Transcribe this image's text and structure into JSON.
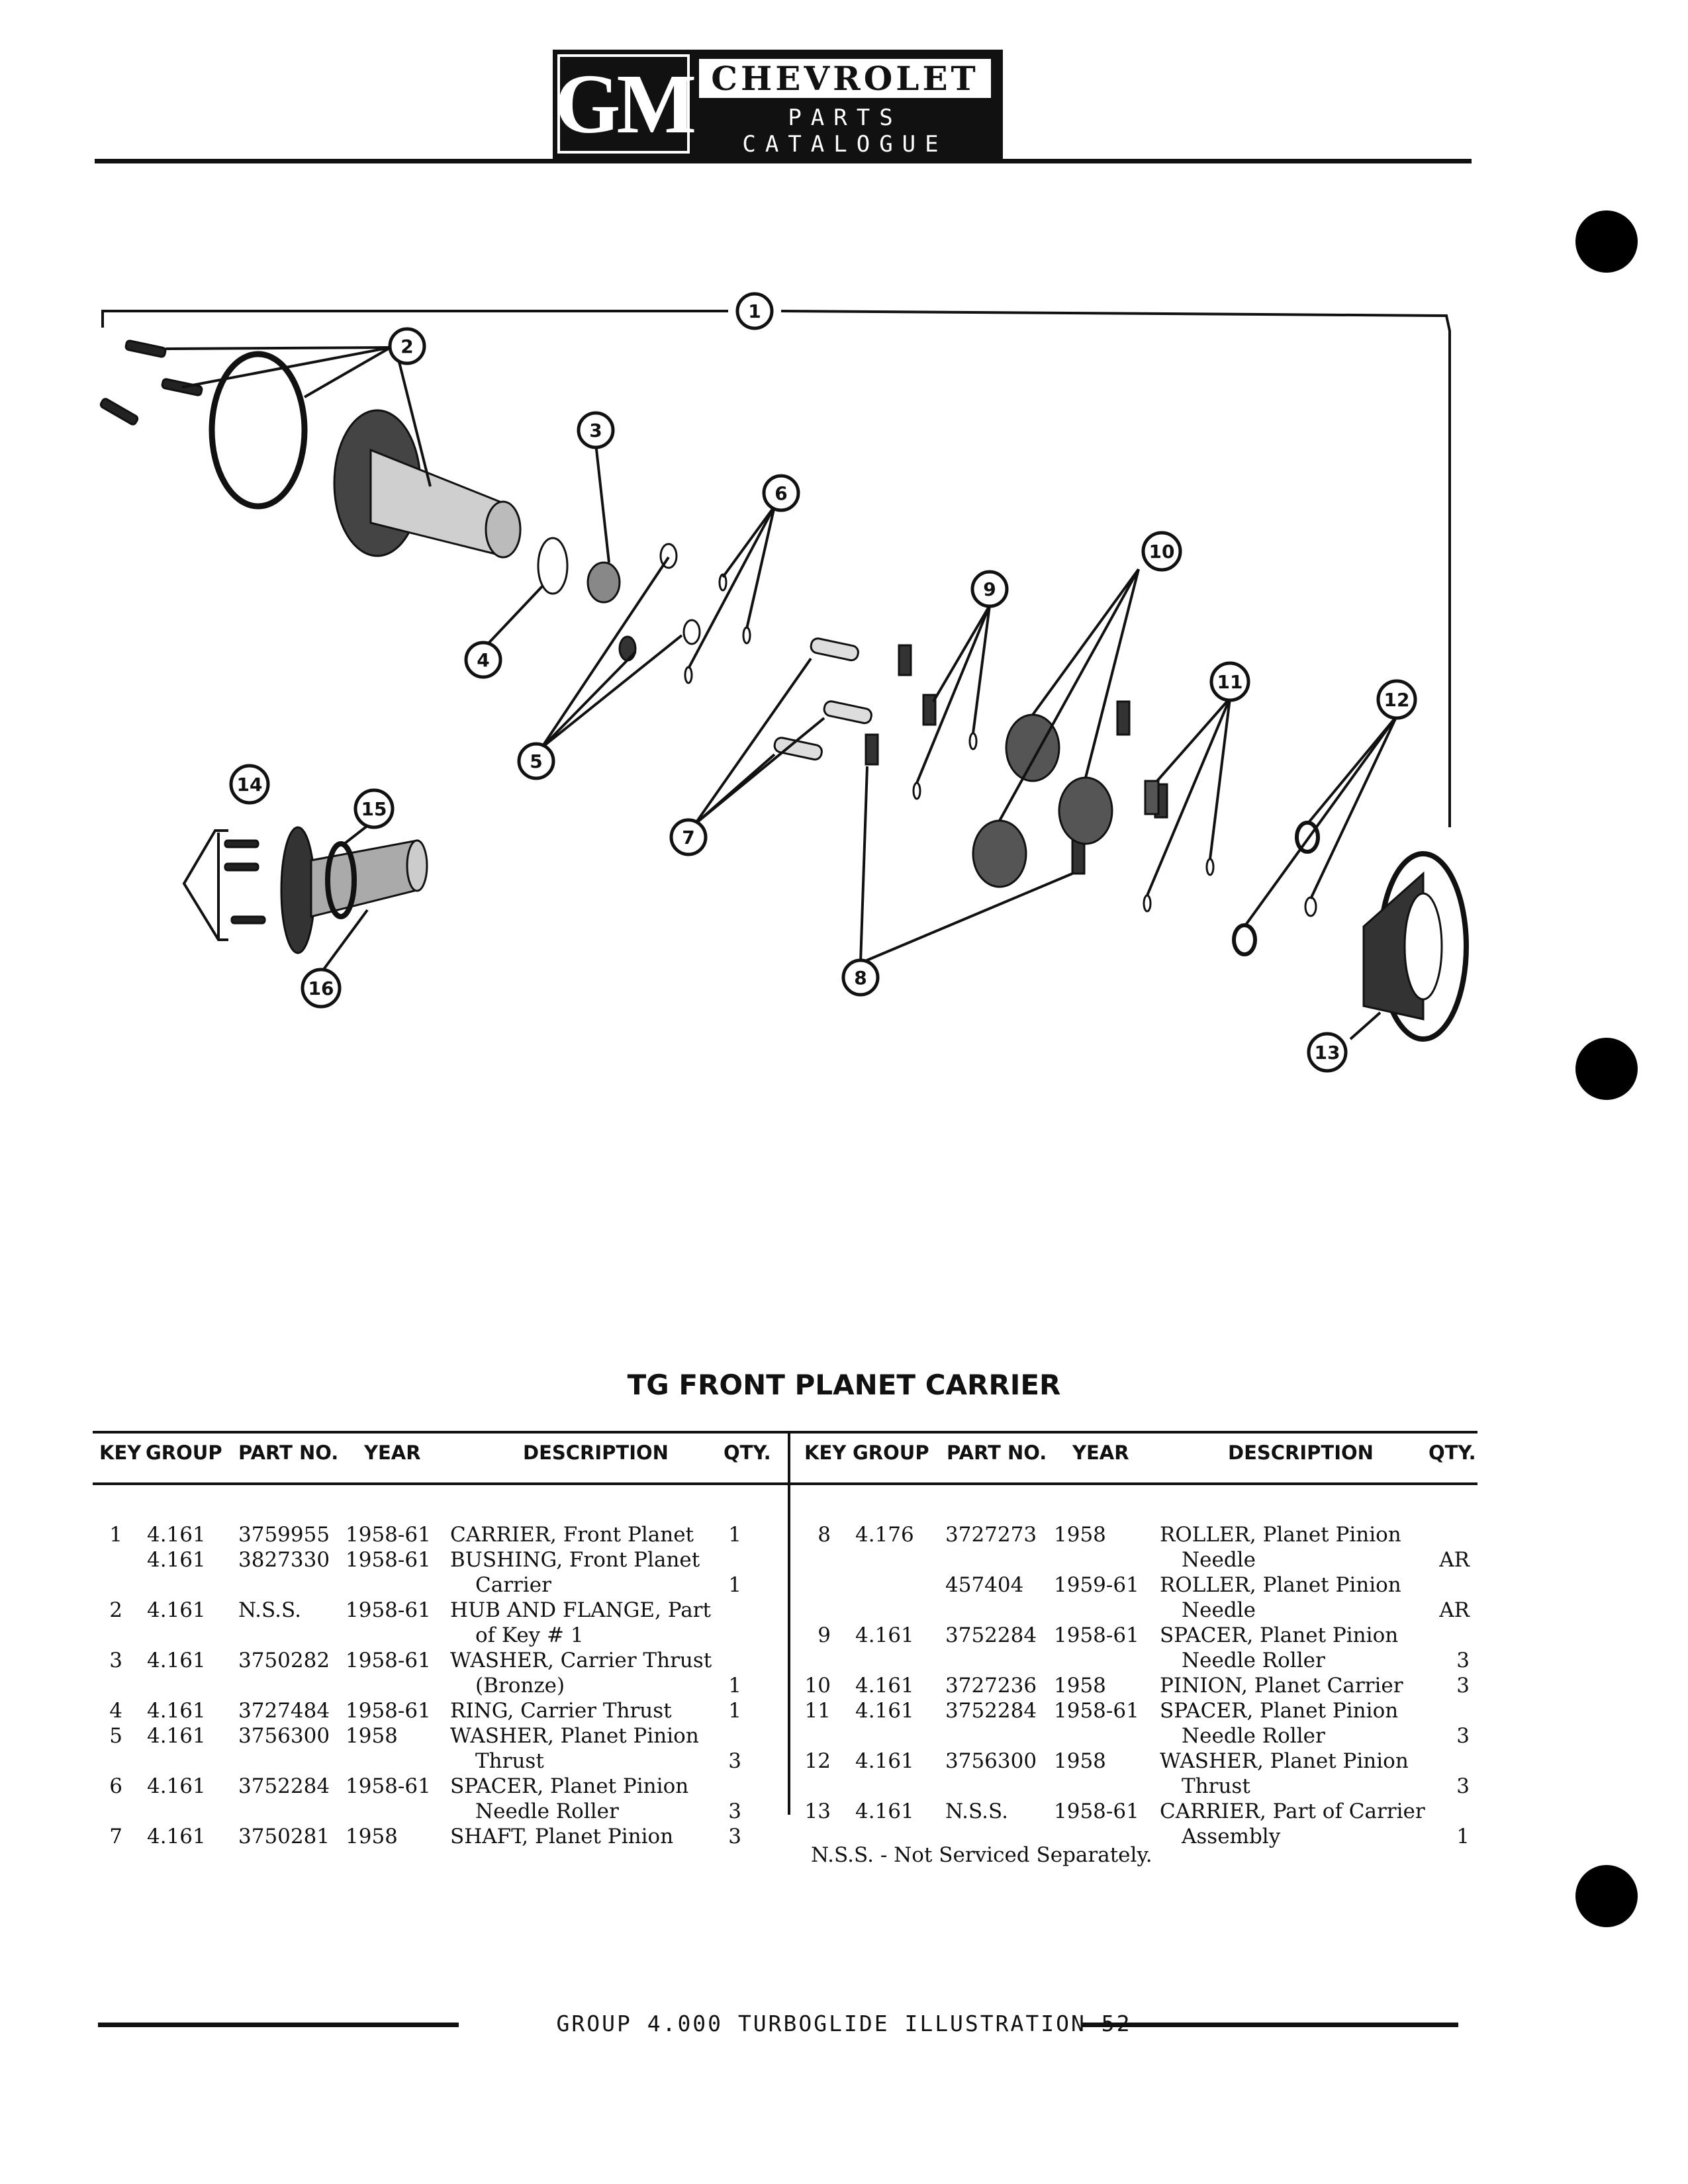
{
  "header": {
    "logo_mark": "GM",
    "brand": "CHEVROLET",
    "subtitle": "PARTS CATALOGUE"
  },
  "callouts": [
    "1",
    "2",
    "3",
    "4",
    "5",
    "6",
    "7",
    "8",
    "9",
    "10",
    "11",
    "12",
    "13",
    "14",
    "15",
    "16"
  ],
  "table": {
    "title": "TG FRONT PLANET CARRIER",
    "headers": {
      "key": "KEY",
      "group": "GROUP",
      "part_no": "PART NO.",
      "year": "YEAR",
      "description": "DESCRIPTION",
      "qty": "QTY."
    },
    "left_rows": [
      [
        "1",
        "4.161",
        "3759955",
        "1958-61",
        "CARRIER, Front Planet",
        "1"
      ],
      [
        "",
        "4.161",
        "3827330",
        "1958-61",
        "BUSHING, Front Planet",
        ""
      ],
      [
        "",
        "",
        "",
        "",
        "Carrier",
        "1"
      ],
      [
        "2",
        "4.161",
        "N.S.S.",
        "1958-61",
        "HUB AND FLANGE, Part",
        ""
      ],
      [
        "",
        "",
        "",
        "",
        "of Key # 1",
        ""
      ],
      [
        "3",
        "4.161",
        "3750282",
        "1958-61",
        "WASHER, Carrier Thrust",
        ""
      ],
      [
        "",
        "",
        "",
        "",
        "(Bronze)",
        "1"
      ],
      [
        "4",
        "4.161",
        "3727484",
        "1958-61",
        "RING, Carrier Thrust",
        "1"
      ],
      [
        "5",
        "4.161",
        "3756300",
        "1958",
        "WASHER, Planet Pinion",
        ""
      ],
      [
        "",
        "",
        "",
        "",
        "Thrust",
        "3"
      ],
      [
        "6",
        "4.161",
        "3752284",
        "1958-61",
        "SPACER, Planet Pinion",
        ""
      ],
      [
        "",
        "",
        "",
        "",
        "Needle Roller",
        "3"
      ],
      [
        "7",
        "4.161",
        "3750281",
        "1958",
        "SHAFT, Planet Pinion",
        "3"
      ]
    ],
    "right_rows": [
      [
        "8",
        "4.176",
        "3727273",
        "1958",
        "ROLLER, Planet Pinion",
        ""
      ],
      [
        "",
        "",
        "",
        "",
        "Needle",
        "AR"
      ],
      [
        "",
        "",
        "457404",
        "1959-61",
        "ROLLER, Planet Pinion",
        ""
      ],
      [
        "",
        "",
        "",
        "",
        "Needle",
        "AR"
      ],
      [
        "9",
        "4.161",
        "3752284",
        "1958-61",
        "SPACER, Planet Pinion",
        ""
      ],
      [
        "",
        "",
        "",
        "",
        "Needle Roller",
        "3"
      ],
      [
        "10",
        "4.161",
        "3727236",
        "1958",
        "PINION, Planet Carrier",
        "3"
      ],
      [
        "11",
        "4.161",
        "3752284",
        "1958-61",
        "SPACER, Planet Pinion",
        ""
      ],
      [
        "",
        "",
        "",
        "",
        "Needle Roller",
        "3"
      ],
      [
        "12",
        "4.161",
        "3756300",
        "1958",
        "WASHER, Planet Pinion",
        ""
      ],
      [
        "",
        "",
        "",
        "",
        "Thrust",
        "3"
      ],
      [
        "13",
        "4.161",
        "N.S.S.",
        "1958-61",
        "CARRIER, Part of Carrier",
        ""
      ],
      [
        "",
        "",
        "",
        "",
        "Assembly",
        "1"
      ]
    ],
    "note": "N.S.S. - Not Serviced Separately."
  },
  "footer": {
    "text": "GROUP 4.000 TURBOGLIDE ILLUSTRATION 52"
  }
}
